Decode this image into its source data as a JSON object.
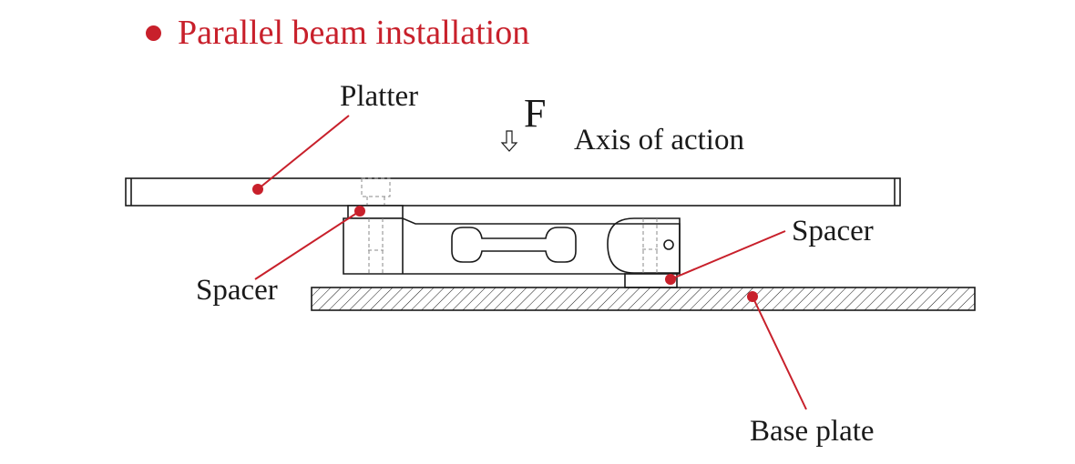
{
  "heading": "Parallel beam installation",
  "labels": {
    "platter": "Platter",
    "force": "F",
    "axis": "Axis of action",
    "spacer_left": "Spacer",
    "spacer_right": "Spacer",
    "base_plate": "Base plate"
  },
  "colors": {
    "accent": "#c8202b",
    "line": "#1a1a1a",
    "hidden": "#8a8a8a"
  },
  "icons": {
    "force_arrow": "down-arrow-icon"
  }
}
